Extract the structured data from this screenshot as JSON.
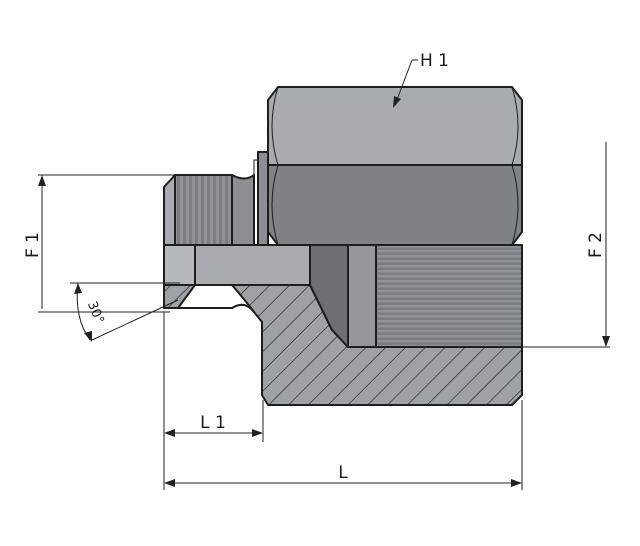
{
  "labels": {
    "h1": "H 1",
    "f1": "F 1",
    "f2": "F 2",
    "l1": "L 1",
    "l": "L",
    "angle": "30°"
  },
  "colors": {
    "body": "#8b8f93",
    "body_light": "#a8acb0",
    "body_mid": "#7f8387",
    "body_dark": "#6c7074",
    "cavity": "#94989c",
    "hatch_bg": "#9ea2a6",
    "hatch_line": "#2a2a2a",
    "outline": "#1e1e1e"
  }
}
